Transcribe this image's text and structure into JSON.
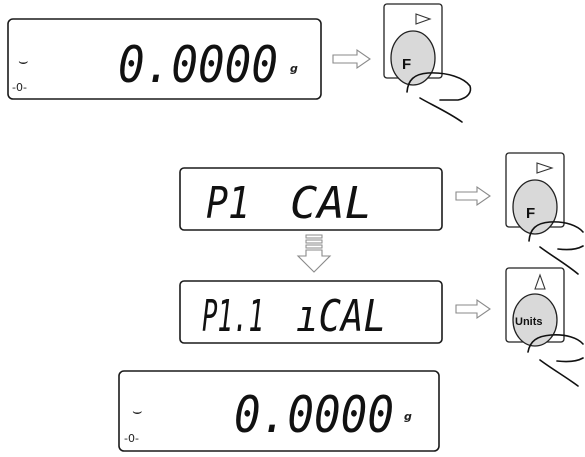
{
  "displays": [
    {
      "id": "start",
      "reading": "0.0000",
      "unit": "g",
      "stable_mark": "⌣",
      "zero_mark": "-0-"
    },
    {
      "id": "menu-p1",
      "left": "P1",
      "right": "CAL"
    },
    {
      "id": "menu-p11",
      "left": "P1.1",
      "right": "ıCAL"
    },
    {
      "id": "end",
      "reading": "0.0000",
      "unit": "g",
      "stable_mark": "⌣",
      "zero_mark": "-0-"
    }
  ],
  "keys": [
    {
      "id": "key-f-1",
      "label": "F",
      "arrow_icon": "right-triangle-icon"
    },
    {
      "id": "key-f-2",
      "label": "F",
      "arrow_icon": "right-triangle-icon"
    },
    {
      "id": "key-units",
      "label": "Units",
      "arrow_icon": "up-triangle-icon"
    }
  ],
  "colors": {
    "outline": "#1a1a1a",
    "arrow": "#8a8a8a",
    "key_shade": "#d9d9d9"
  }
}
